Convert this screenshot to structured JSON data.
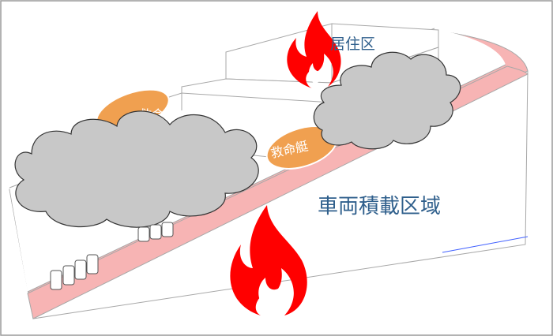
{
  "labels": {
    "residential_area": "居住区",
    "vehicle_deck_area": "車両積載区域",
    "lifeboat_left": "救命艇",
    "lifeboat_right": "救命艇"
  },
  "colors": {
    "hull_pink": "#f7b4b4",
    "hull_outline": "#a8a8a8",
    "lifeboat_orange": "#f0a050",
    "smoke_gray": "#c8c8c8",
    "flame_red": "#ff0000",
    "label_blue": "#2f5f8c"
  }
}
